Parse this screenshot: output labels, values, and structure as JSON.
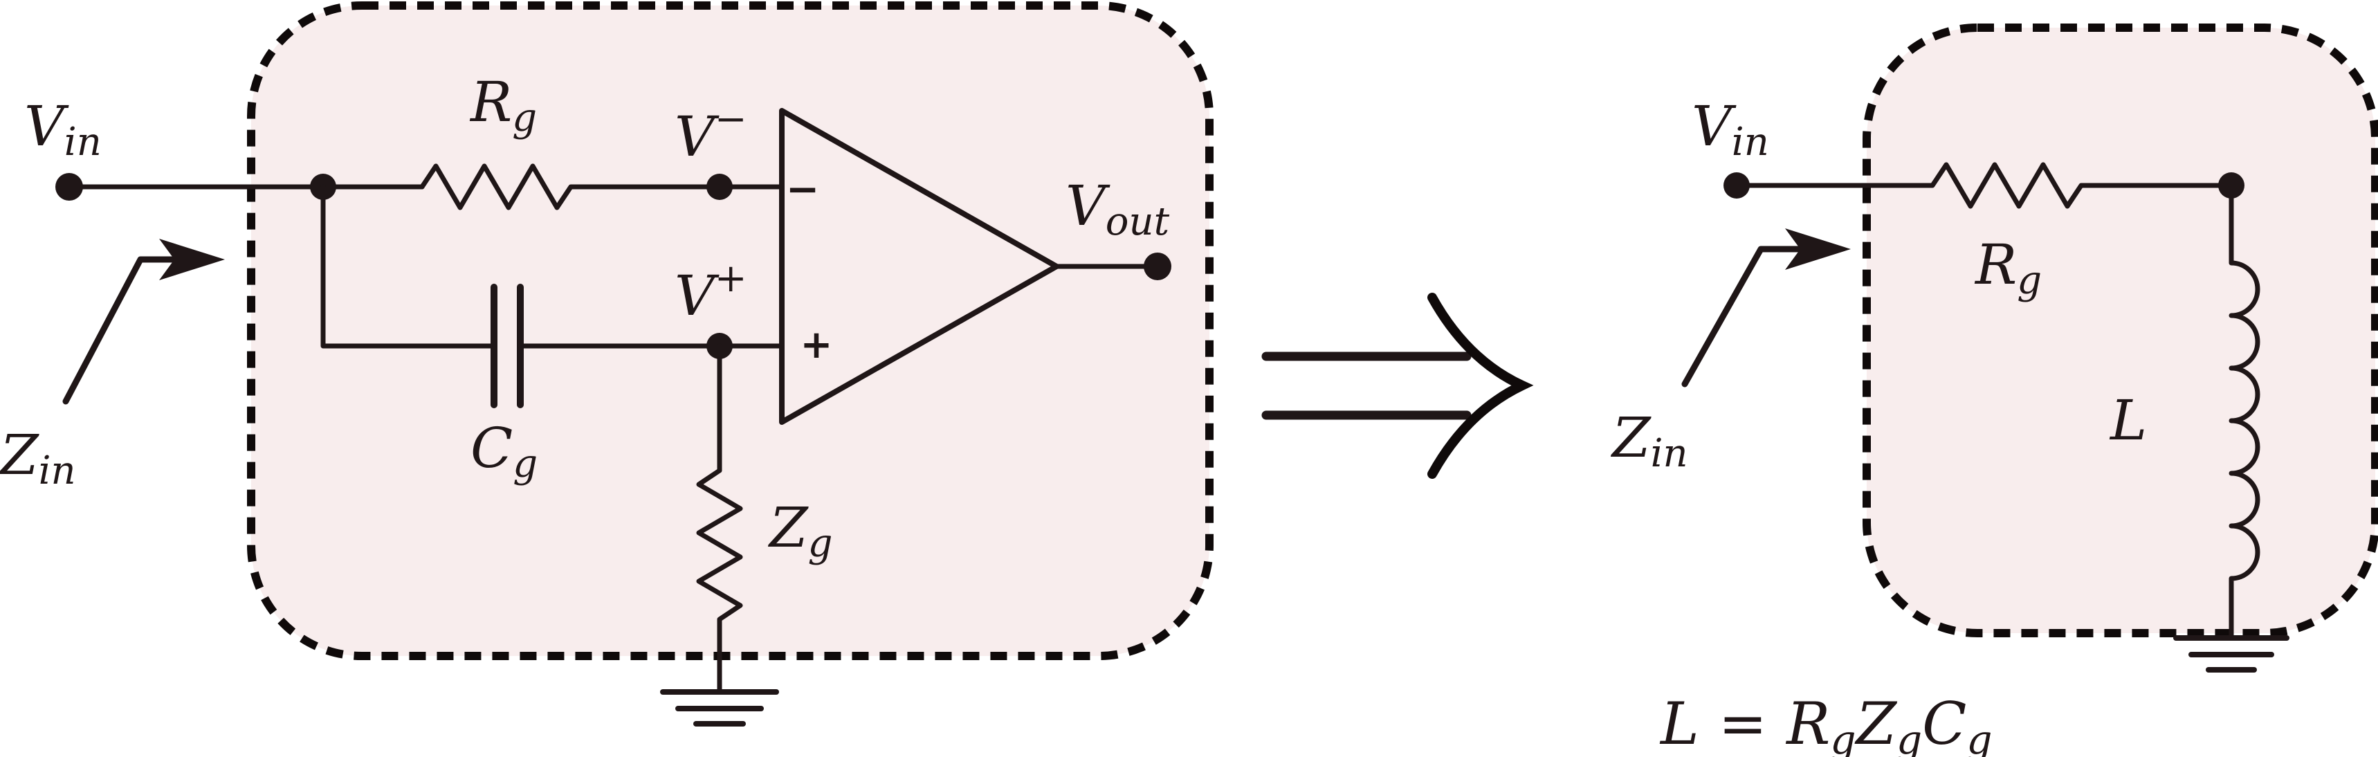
{
  "colors": {
    "box_fill": "#f8eded",
    "box_stroke": "#0f0a0a",
    "wire": "#1f1617",
    "background": "#ffffff"
  },
  "left_circuit": {
    "vin_label": "V",
    "vin_sub": "in",
    "zin_label": "Z",
    "zin_sub": "in",
    "rg_label": "R",
    "rg_sub": "g",
    "cg_label": "C",
    "cg_sub": "g",
    "zg_label": "Z",
    "zg_sub": "g",
    "vminus_label": "V",
    "vminus_sup": "−",
    "vplus_label": "V",
    "vplus_sup": "+",
    "vout_label": "V",
    "vout_sub": "out",
    "opamp_minus": "−",
    "opamp_plus": "+"
  },
  "arrow_icon": "implies-arrow-icon",
  "right_circuit": {
    "vin_label": "V",
    "vin_sub": "in",
    "zin_label": "Z",
    "zin_sub": "in",
    "rg_label": "R",
    "rg_sub": "g",
    "l_label": "L"
  },
  "formula": {
    "lhs": "L",
    "eq": "=",
    "r": "R",
    "r_sub": "g",
    "z": "Z",
    "z_sub": "g",
    "c": "C",
    "c_sub": "g"
  }
}
